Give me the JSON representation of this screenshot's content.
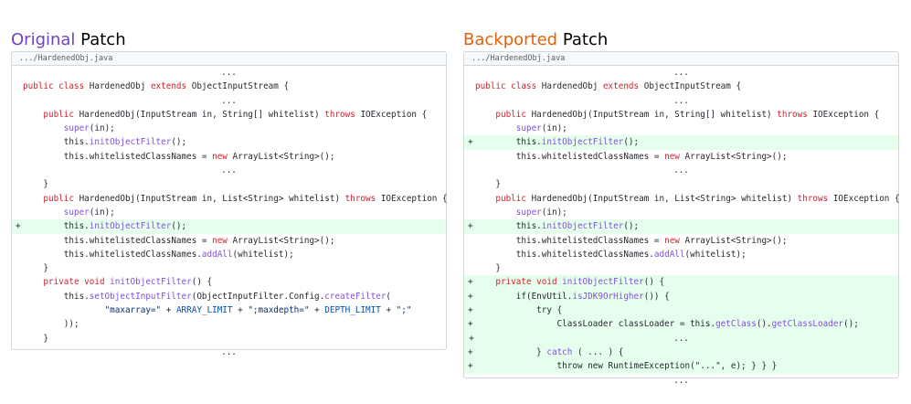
{
  "left_panel": {
    "title_accent": "Original",
    "title_rest": " Patch",
    "file_path": ".../HardenedObj.java",
    "lines": [
      {
        "type": "ellipsis",
        "segments": [
          {
            "t": "...",
            "c": ""
          }
        ]
      },
      {
        "type": "ctx",
        "segments": [
          {
            "t": "public class ",
            "c": "kw"
          },
          {
            "t": "HardenedObj ",
            "c": ""
          },
          {
            "t": "extends",
            "c": "kw"
          },
          {
            "t": " ObjectInputStream {",
            "c": ""
          }
        ]
      },
      {
        "type": "ellipsis",
        "segments": [
          {
            "t": "...",
            "c": ""
          }
        ]
      },
      {
        "type": "ctx",
        "segments": [
          {
            "t": "    public ",
            "c": "kw"
          },
          {
            "t": "HardenedObj(InputStream in, String[] whitelist) ",
            "c": ""
          },
          {
            "t": "throws",
            "c": "kw"
          },
          {
            "t": " IOException {",
            "c": ""
          }
        ]
      },
      {
        "type": "ctx",
        "segments": [
          {
            "t": "        ",
            "c": ""
          },
          {
            "t": "super",
            "c": "fn"
          },
          {
            "t": "(in);",
            "c": ""
          }
        ]
      },
      {
        "type": "ctx",
        "segments": [
          {
            "t": "        this.",
            "c": ""
          },
          {
            "t": "initObjectFilter",
            "c": "fn"
          },
          {
            "t": "();",
            "c": ""
          }
        ]
      },
      {
        "type": "ctx",
        "segments": [
          {
            "t": "        this.whitelistedClassNames = ",
            "c": ""
          },
          {
            "t": "new",
            "c": "kw"
          },
          {
            "t": " ArrayList<String>();",
            "c": ""
          }
        ]
      },
      {
        "type": "ellipsis",
        "segments": [
          {
            "t": "...",
            "c": ""
          }
        ]
      },
      {
        "type": "ctx",
        "segments": [
          {
            "t": "    }",
            "c": ""
          }
        ]
      },
      {
        "type": "ctx",
        "segments": [
          {
            "t": "    public ",
            "c": "kw"
          },
          {
            "t": "HardenedObj(InputStream in, List<String> whitelist) ",
            "c": ""
          },
          {
            "t": "throws",
            "c": "kw"
          },
          {
            "t": " IOException {",
            "c": ""
          }
        ]
      },
      {
        "type": "ctx",
        "segments": [
          {
            "t": "        ",
            "c": ""
          },
          {
            "t": "super",
            "c": "fn"
          },
          {
            "t": "(in);",
            "c": ""
          }
        ]
      },
      {
        "type": "add",
        "segments": [
          {
            "t": "        this.",
            "c": ""
          },
          {
            "t": "initObjectFilter",
            "c": "fn"
          },
          {
            "t": "();",
            "c": ""
          }
        ]
      },
      {
        "type": "ctx",
        "segments": [
          {
            "t": "        this.whitelistedClassNames = ",
            "c": ""
          },
          {
            "t": "new",
            "c": "kw"
          },
          {
            "t": " ArrayList<String>();",
            "c": ""
          }
        ]
      },
      {
        "type": "ctx",
        "segments": [
          {
            "t": "        this.whitelistedClassNames.",
            "c": ""
          },
          {
            "t": "addAll",
            "c": "fn"
          },
          {
            "t": "(whitelist);",
            "c": ""
          }
        ]
      },
      {
        "type": "ctx",
        "segments": [
          {
            "t": "    }",
            "c": ""
          }
        ]
      },
      {
        "type": "ctx",
        "segments": [
          {
            "t": "    private void ",
            "c": "kw"
          },
          {
            "t": "initObjectFilter",
            "c": "fn"
          },
          {
            "t": "() {",
            "c": ""
          }
        ]
      },
      {
        "type": "ctx",
        "segments": [
          {
            "t": "        this.",
            "c": ""
          },
          {
            "t": "setObjectInputFilter",
            "c": "fn"
          },
          {
            "t": "(ObjectInputFilter.Config.",
            "c": ""
          },
          {
            "t": "createFilter",
            "c": "fn"
          },
          {
            "t": "(",
            "c": ""
          }
        ]
      },
      {
        "type": "ctx",
        "segments": [
          {
            "t": "                ",
            "c": ""
          },
          {
            "t": "\"maxarray=\"",
            "c": "str"
          },
          {
            "t": " + ",
            "c": ""
          },
          {
            "t": "ARRAY_LIMIT",
            "c": "cst"
          },
          {
            "t": " + ",
            "c": ""
          },
          {
            "t": "\";maxdepth=\"",
            "c": "str"
          },
          {
            "t": " + ",
            "c": ""
          },
          {
            "t": "DEPTH_LIMIT",
            "c": "cst"
          },
          {
            "t": " + ",
            "c": ""
          },
          {
            "t": "\";\"",
            "c": "str"
          }
        ]
      },
      {
        "type": "ctx",
        "segments": [
          {
            "t": "        ));",
            "c": ""
          }
        ]
      },
      {
        "type": "ctx",
        "segments": [
          {
            "t": "    }",
            "c": ""
          }
        ]
      },
      {
        "type": "ellipsis",
        "segments": [
          {
            "t": "...",
            "c": ""
          }
        ]
      }
    ]
  },
  "right_panel": {
    "title_accent": "Backported",
    "title_rest": " Patch",
    "file_path": ".../HardenedObj.java",
    "lines": [
      {
        "type": "ellipsis",
        "segments": [
          {
            "t": "...",
            "c": ""
          }
        ]
      },
      {
        "type": "ctx",
        "segments": [
          {
            "t": "public class ",
            "c": "kw"
          },
          {
            "t": "HardenedObj ",
            "c": ""
          },
          {
            "t": "extends",
            "c": "kw"
          },
          {
            "t": " ObjectInputStream {",
            "c": ""
          }
        ]
      },
      {
        "type": "ellipsis",
        "segments": [
          {
            "t": "...",
            "c": ""
          }
        ]
      },
      {
        "type": "ctx",
        "segments": [
          {
            "t": "    public ",
            "c": "kw"
          },
          {
            "t": "HardenedObj(InputStream in, String[] whitelist) ",
            "c": ""
          },
          {
            "t": "throws",
            "c": "kw"
          },
          {
            "t": " IOException {",
            "c": ""
          }
        ]
      },
      {
        "type": "ctx",
        "segments": [
          {
            "t": "        ",
            "c": ""
          },
          {
            "t": "super",
            "c": "fn"
          },
          {
            "t": "(in);",
            "c": ""
          }
        ]
      },
      {
        "type": "add",
        "segments": [
          {
            "t": "        this.",
            "c": ""
          },
          {
            "t": "initObjectFilter",
            "c": "fn"
          },
          {
            "t": "();",
            "c": ""
          }
        ]
      },
      {
        "type": "ctx",
        "segments": [
          {
            "t": "        this.whitelistedClassNames = ",
            "c": ""
          },
          {
            "t": "new",
            "c": "kw"
          },
          {
            "t": " ArrayList<String>();",
            "c": ""
          }
        ]
      },
      {
        "type": "ellipsis",
        "segments": [
          {
            "t": "...",
            "c": ""
          }
        ]
      },
      {
        "type": "ctx",
        "segments": [
          {
            "t": "    }",
            "c": ""
          }
        ]
      },
      {
        "type": "ctx",
        "segments": [
          {
            "t": "    public ",
            "c": "kw"
          },
          {
            "t": "HardenedObj(InputStream in, List<String> whitelist) ",
            "c": ""
          },
          {
            "t": "throws",
            "c": "kw"
          },
          {
            "t": " IOException {",
            "c": ""
          }
        ]
      },
      {
        "type": "ctx",
        "segments": [
          {
            "t": "        ",
            "c": ""
          },
          {
            "t": "super",
            "c": "fn"
          },
          {
            "t": "(in);",
            "c": ""
          }
        ]
      },
      {
        "type": "add",
        "segments": [
          {
            "t": "        this.",
            "c": ""
          },
          {
            "t": "initObjectFilter",
            "c": "fn"
          },
          {
            "t": "();",
            "c": ""
          }
        ]
      },
      {
        "type": "ctx",
        "segments": [
          {
            "t": "        this.whitelistedClassNames = ",
            "c": ""
          },
          {
            "t": "new",
            "c": "kw"
          },
          {
            "t": " ArrayList<String>();",
            "c": ""
          }
        ]
      },
      {
        "type": "ctx",
        "segments": [
          {
            "t": "        this.whitelistedClassNames.",
            "c": ""
          },
          {
            "t": "addAll",
            "c": "fn"
          },
          {
            "t": "(whitelist);",
            "c": ""
          }
        ]
      },
      {
        "type": "ctx",
        "segments": [
          {
            "t": "    }",
            "c": ""
          }
        ]
      },
      {
        "type": "add",
        "segments": [
          {
            "t": "    private void ",
            "c": "kw"
          },
          {
            "t": "initObjectFilter",
            "c": "fn"
          },
          {
            "t": "() {",
            "c": ""
          }
        ]
      },
      {
        "type": "add",
        "segments": [
          {
            "t": "        if(EnvUtil.",
            "c": ""
          },
          {
            "t": "isJDK9OrHigher",
            "c": "fn"
          },
          {
            "t": "()) {",
            "c": ""
          }
        ]
      },
      {
        "type": "add",
        "segments": [
          {
            "t": "            try {",
            "c": ""
          }
        ]
      },
      {
        "type": "add",
        "segments": [
          {
            "t": "                ClassLoader classLoader = this.",
            "c": ""
          },
          {
            "t": "getClass",
            "c": "fn"
          },
          {
            "t": "().",
            "c": ""
          },
          {
            "t": "getClassLoader",
            "c": "fn"
          },
          {
            "t": "();",
            "c": ""
          }
        ]
      },
      {
        "type": "add-ellipsis",
        "segments": [
          {
            "t": "...",
            "c": ""
          }
        ]
      },
      {
        "type": "add",
        "segments": [
          {
            "t": "            } ",
            "c": ""
          },
          {
            "t": "catch",
            "c": "fn"
          },
          {
            "t": " ( ... ) {",
            "c": ""
          }
        ]
      },
      {
        "type": "add",
        "segments": [
          {
            "t": "                throw new RuntimeException(\"...\", e); } } }",
            "c": ""
          }
        ]
      },
      {
        "type": "ellipsis",
        "segments": [
          {
            "t": "...",
            "c": ""
          }
        ]
      }
    ]
  }
}
